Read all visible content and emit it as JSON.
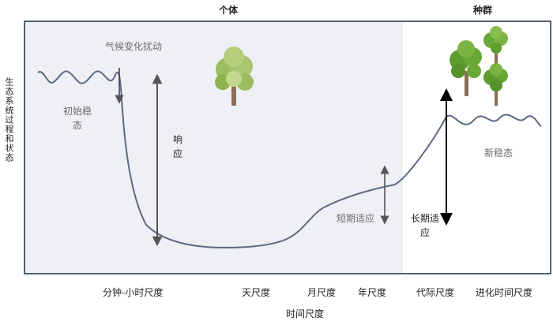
{
  "header": {
    "individual": "个体",
    "population": "种群"
  },
  "y_axis_label": "生态系统过程和状态",
  "x_axis_label": "时间尺度",
  "timescales": [
    "分钟-小时尺度",
    "天尺度",
    "月尺度",
    "年尺度",
    "代际尺度",
    "进化时间尺度"
  ],
  "annotations": {
    "climate_disturbance": "气候变化扰动",
    "initial_state": "初始稳态",
    "response": "响应",
    "short_term_adaptation": "短期适应",
    "long_term_adaptation": "长期适应",
    "new_state": "新稳态"
  },
  "colors": {
    "panel_shade": "#eef0f5",
    "frame": "#2c3a52",
    "curve": "#5d6a85",
    "arrow": "#3a3a3a",
    "text_gray": "#6b6b6b",
    "tree_light": "#a8c66c",
    "tree_dark": "#5e9c2e",
    "trunk": "#8a6e55"
  },
  "icons": [
    "tree-icon",
    "tree-icon",
    "tree-icon",
    "tree-icon"
  ]
}
